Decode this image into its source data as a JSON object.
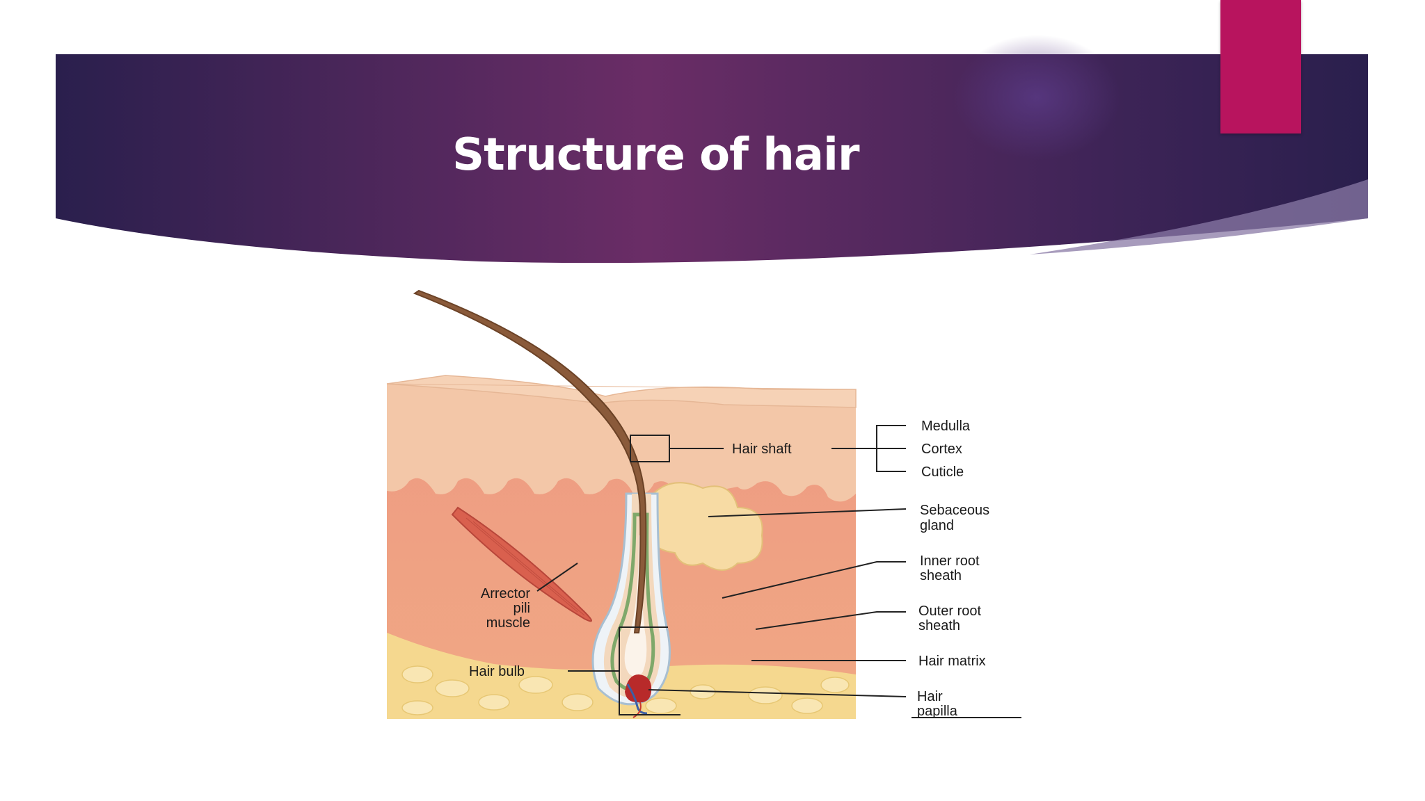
{
  "slide": {
    "title": "Structure of hair",
    "colors": {
      "header_dark": "#2a1f4d",
      "header_mid": "#6a2d66",
      "accent": "#b8145e"
    }
  },
  "diagram": {
    "labels": {
      "hair_shaft": "Hair shaft",
      "medulla": "Medulla",
      "cortex": "Cortex",
      "cuticle": "Cuticle",
      "sebaceous_1": "Sebaceous",
      "sebaceous_2": "gland",
      "inner_root_1": "Inner root",
      "inner_root_2": "sheath",
      "outer_root_1": "Outer root",
      "outer_root_2": "sheath",
      "hair_matrix": "Hair matrix",
      "papilla_1": "Hair",
      "papilla_2": "papilla",
      "arrector_1": "Arrector",
      "arrector_2": "pili",
      "arrector_3": "muscle",
      "hair_bulb": "Hair bulb"
    }
  }
}
